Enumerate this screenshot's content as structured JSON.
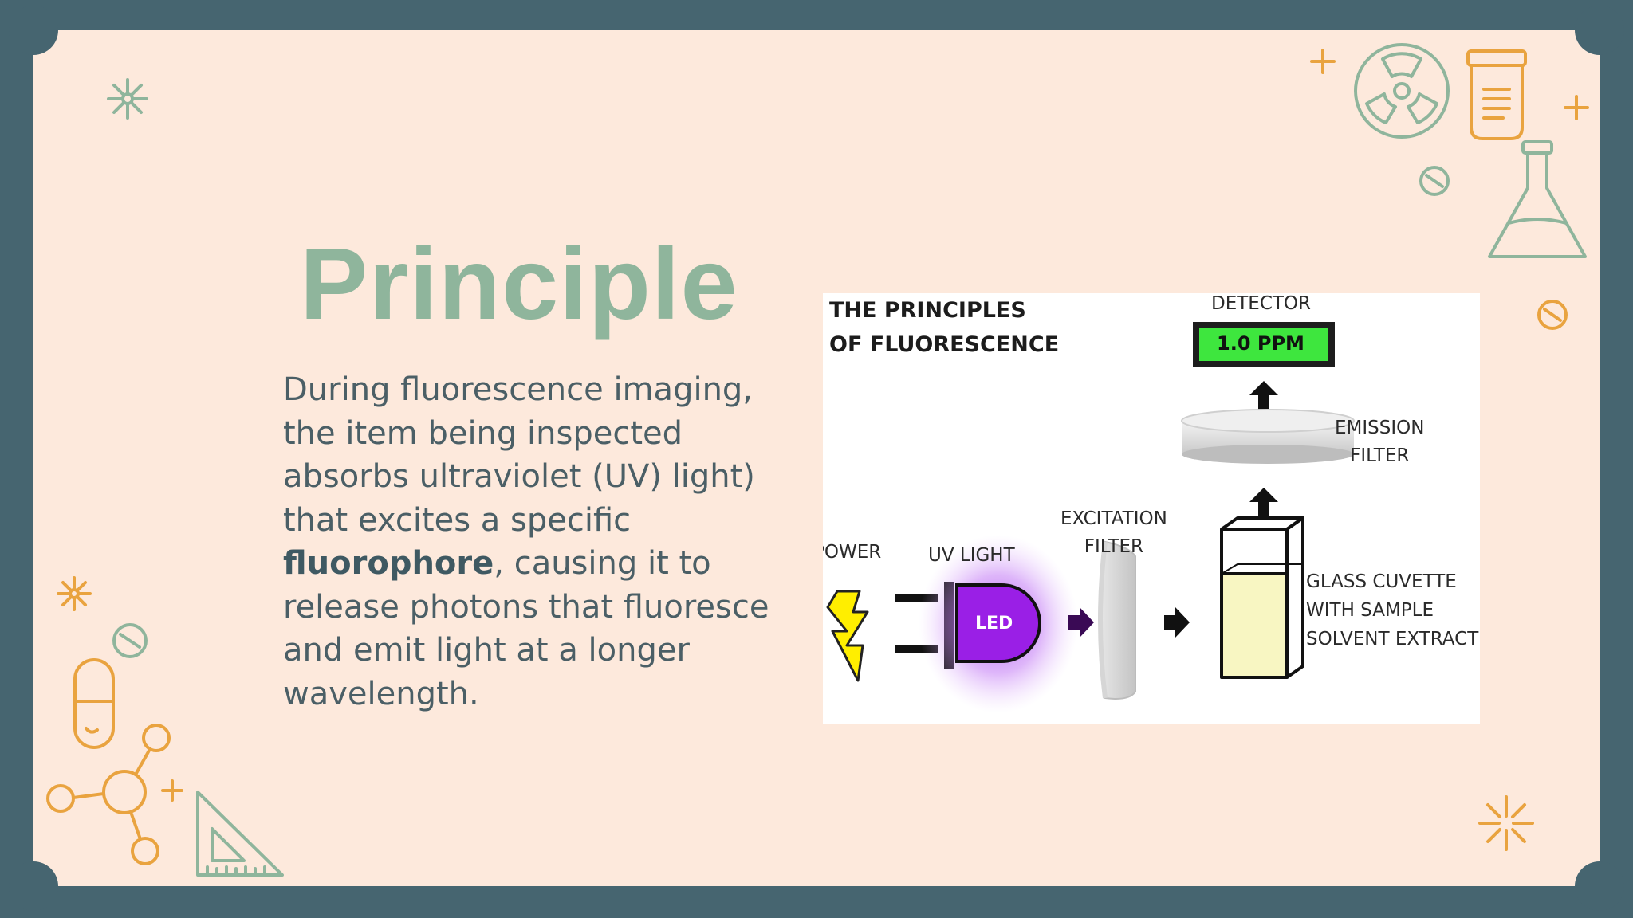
{
  "slide": {
    "title": "Principle",
    "body_parts": {
      "before": "During fluorescence imaging, the item being inspected absorbs ultraviolet (UV) light) that excites a specific ",
      "bold": "fluorophore",
      "after": ", causing it to release photons that fluoresce and emit light at a longer wavelength."
    }
  },
  "diagram": {
    "title_line1": "THE PRINCIPLES",
    "title_line2": "OF FLUORESCENCE",
    "detector_label": "DETECTOR",
    "detector_reading": "1.0  PPM",
    "emission_filter_line1": "EMISSION",
    "emission_filter_line2": "FILTER",
    "excitation_filter_line1": "EXCITATION",
    "excitation_filter_line2": "FILTER",
    "power_label": "POWER",
    "uv_light_label": "UV LIGHT",
    "led_label": "LED",
    "cuvette_line1": "GLASS CUVETTE",
    "cuvette_line2": "WITH SAMPLE",
    "cuvette_line3": "SOLVENT EXTRACT"
  },
  "colors": {
    "frame": "#466570",
    "card": "#fde9dc",
    "title": "#8fb59c",
    "deco_green": "#8fb59c",
    "deco_orange": "#e9a33f",
    "led_purple": "#9a1fe6",
    "detector_green": "#3ee63e"
  },
  "icons": [
    "sparkle-icon",
    "plus-icon",
    "radiation-icon",
    "jar-icon",
    "flask-icon",
    "pill-icon",
    "capsule-icon",
    "molecule-icon",
    "set-square-icon",
    "lightning-icon",
    "arrow-icon"
  ]
}
